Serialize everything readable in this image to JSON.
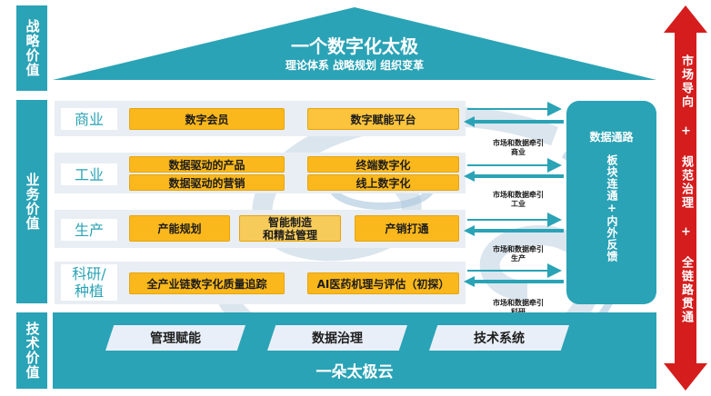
{
  "left_labels": {
    "strategy": "战略价值",
    "business": "业务价值",
    "technology": "技术价值"
  },
  "roof": {
    "title": "一个数字化太极",
    "subtitle": "理论体系 战略规划 组织变革"
  },
  "rows": [
    {
      "label": "商业",
      "tags": [
        "数字会员",
        "数字赋能平台"
      ],
      "traction": "市场和数据牵引\n商业"
    },
    {
      "label": "工业",
      "tags": [
        "数据驱动的产品",
        "数据驱动的营销",
        "终端数字化",
        "线上数字化"
      ],
      "traction": "市场和数据牵引\n工业"
    },
    {
      "label": "生产",
      "tags": [
        "产能规划",
        "智能制造\n和精益管理",
        "产销打通"
      ],
      "traction": "市场和数据牵引\n生产"
    },
    {
      "label": "科研/\n种植",
      "tags": [
        "全产业链数字化质量追踪",
        "AI医药机理与评估（初探）"
      ],
      "traction": "市场和数据牵引\n科研"
    }
  ],
  "data_channel": {
    "title": "数据通路",
    "body": "板块连通+内外反馈"
  },
  "foundation": {
    "items": [
      "管理赋能",
      "数据治理",
      "技术系统"
    ],
    "title": "一朵太极云"
  },
  "right_arrow": {
    "text": "市场导向 + 规范治理 + 全链路贯通"
  },
  "colors": {
    "teal": "#2aa3b6",
    "yellow": "#fbb81c",
    "red": "#d51d1d",
    "row_bg": "#e8eef3"
  }
}
